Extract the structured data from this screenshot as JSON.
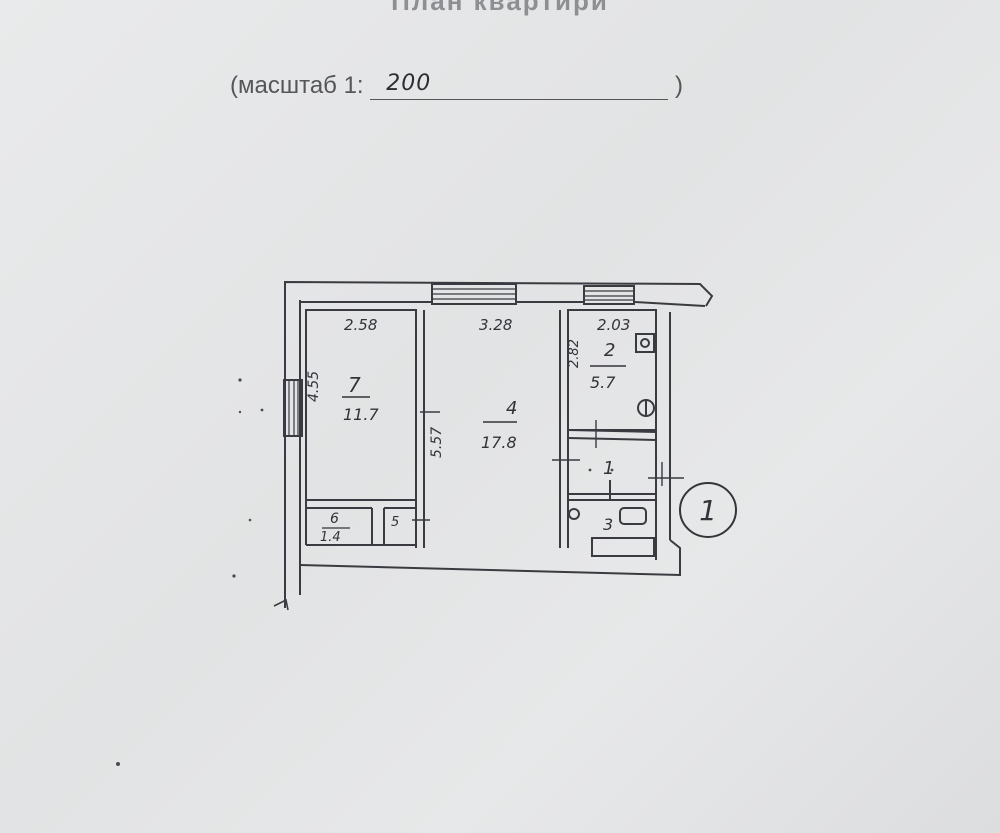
{
  "title": "План квартири",
  "scale": {
    "prefix": "(масштаб 1:",
    "value": "200",
    "suffix": ")"
  },
  "rooms": {
    "r7": {
      "number": "7",
      "area": "11.7",
      "width": "2.58",
      "length": "4.55"
    },
    "r4": {
      "number": "4",
      "area": "17.8",
      "width": "3.28",
      "length": "5.57"
    },
    "r2": {
      "number": "2",
      "area": "5.7",
      "width": "2.03",
      "length": "2.82"
    },
    "r1": {
      "number": "1"
    },
    "r3": {
      "number": "3"
    },
    "r6": {
      "number": "6",
      "area": "1.4"
    },
    "r5": {
      "number": "5"
    }
  },
  "apartment_marker": "1"
}
